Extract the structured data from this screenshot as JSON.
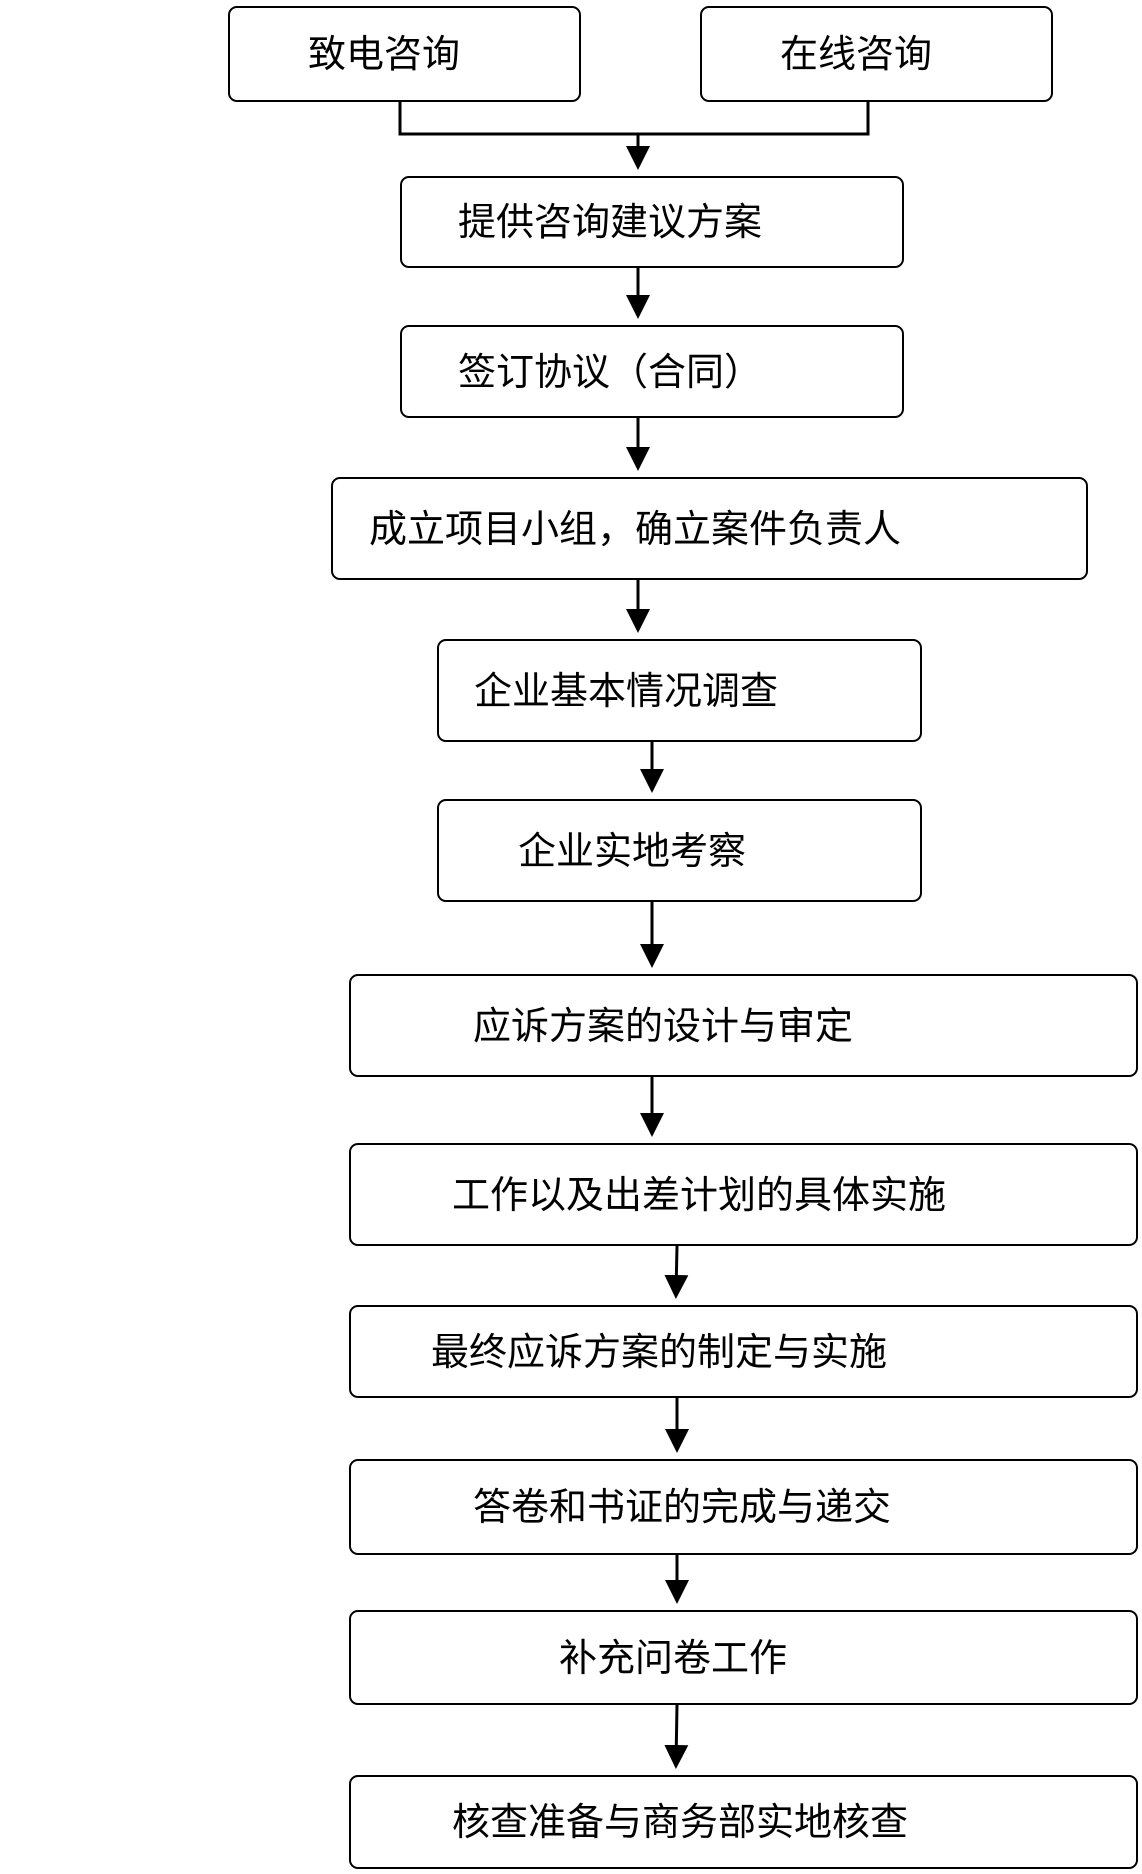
{
  "flowchart": {
    "entry": {
      "phone": "致电咨询",
      "online": "在线咨询"
    },
    "steps": [
      "提供咨询建议方案",
      "签订协议（合同）",
      "成立项目小组，确立案件负责人",
      "企业基本情况调查",
      "企业实地考察",
      "应诉方案的设计与审定",
      "工作以及出差计划的具体实施",
      "最终应诉方案的制定与实施",
      "答卷和书证的完成与递交",
      "补充问卷工作",
      "核查准备与商务部实地核查"
    ]
  }
}
